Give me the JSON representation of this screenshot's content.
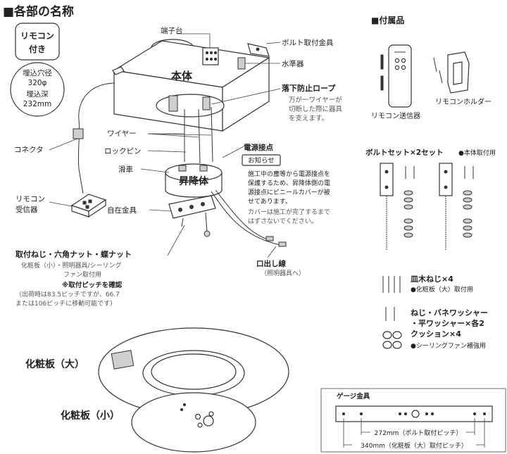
{
  "title": "■各部の名称",
  "accessories_title": "■付属品",
  "remote_badge": [
    "リモコン",
    "付き"
  ],
  "hole_badge": [
    "埋込穴径",
    "320φ",
    "埋込深",
    "232mm"
  ],
  "labels": {
    "body": "本体",
    "terminal_block": "端子台",
    "bolt_bracket": "ボルト取付金具",
    "level": "水準器",
    "fall_rope": "落下防止ロープ",
    "fall_rope_note": [
      "万が一ワイヤーが",
      "切断した際に器具",
      "を支えます。"
    ],
    "wire": "ワイヤー",
    "connector": "コネクタ",
    "lock_pin": "ロックピン",
    "pulley": "滑車",
    "lift": "昇降体",
    "remote_receiver": [
      "リモコン",
      "受信器"
    ],
    "free_bracket": "自在金具",
    "power_contact": "電源接点",
    "notice_title": "お知らせ",
    "notice_text": [
      "施工中の塵等から電源接点を",
      "保護するため、昇降体側の電",
      "源接点にビニールカバーが被",
      "せてあります。"
    ],
    "notice_text2": [
      "カバーは施工が完了するまで",
      "はずさないでください。"
    ],
    "screws": "取付ねじ・六角ナット・蝶ナット",
    "screws_note": [
      "化粧板（小）・照明器具/シーリング",
      "ファン取付用"
    ],
    "pitch_title": "※取付ピッチを確認",
    "pitch_note": [
      "（出荷時は83.5ピッチですが、66.7",
      "または106ピッチに移動可能です）"
    ],
    "outlet": "口出し線",
    "outlet_note": "（照明器具へ）",
    "cover_large": "化粧板（大）",
    "cover_small": "化粧板（小）"
  },
  "accessories": {
    "remote": "リモコン送信器",
    "holder": "リモコンホルダー",
    "bolt_set": "ボルトセット×2セット",
    "bolt_set_note": "●本体取付用",
    "flat_screw": "皿木ねじ×4",
    "flat_screw_note": "●化粧板（大）取付用",
    "washer_set": [
      "ねじ・バネワッシャー",
      "・平ワッシャー×各2",
      "クッション×4"
    ],
    "washer_note": "●シーリングファン補強用",
    "gauge_title": "ゲージ金具",
    "pitch1": "272mm（ボルト取付ピッチ）",
    "pitch2": "340mm（化粧板（大）取付ピッチ）"
  }
}
